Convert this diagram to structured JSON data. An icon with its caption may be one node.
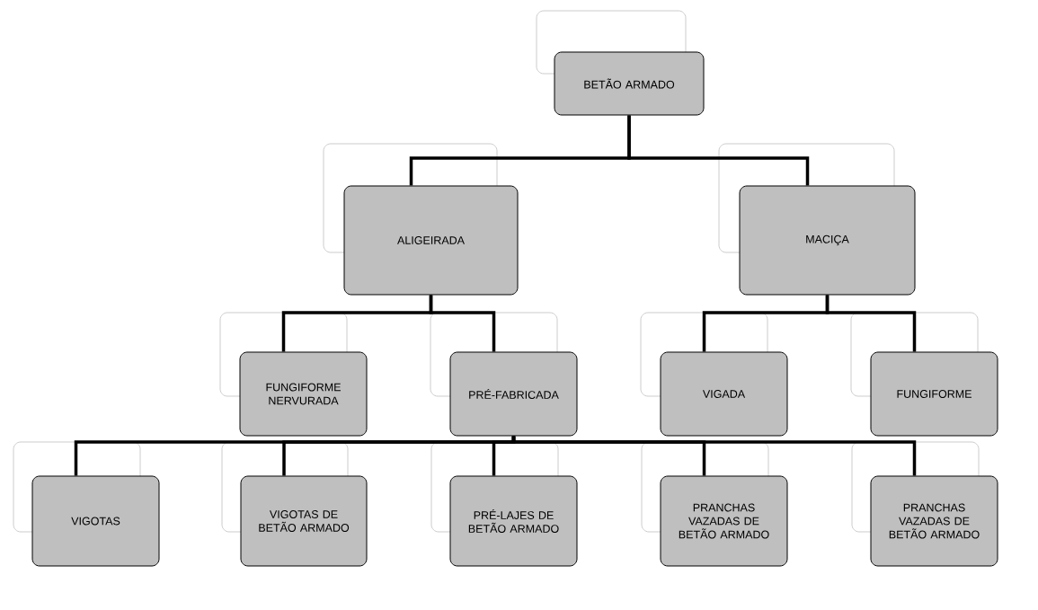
{
  "diagram": {
    "nodes": [
      {
        "text": [
          "BETÃO ARMADO"
        ]
      },
      {
        "text": [
          "ALIGEIRADA"
        ]
      },
      {
        "text": [
          "MACIÇA"
        ]
      },
      {
        "text": [
          "FUNGIFORME NERVURADA"
        ]
      },
      {
        "text": [
          "PRÉ-FABRICADA"
        ]
      },
      {
        "text": [
          "VIGADA"
        ]
      },
      {
        "text": [
          "FUNGIFORME"
        ]
      },
      {
        "text": [
          "VIGOTAS"
        ]
      },
      {
        "text": [
          "VIGOTAS DE BETÃO ARMADO"
        ]
      },
      {
        "text": [
          "PRÉ-LAJES DE BETÃO ARMADO"
        ]
      },
      {
        "text": [
          "PRANCHAS VAZADAS DE BETÃO ARMADO"
        ]
      },
      {
        "text": [
          "PRANCHAS VAZADAS DE BETÃO ARMADO"
        ]
      }
    ],
    "edges": [
      {
        "from": 0,
        "to": 1,
        "arrow": "none"
      },
      {
        "from": 0,
        "to": 2,
        "arrow": "none"
      },
      {
        "from": 1,
        "to": 3,
        "arrow": "none"
      },
      {
        "from": 1,
        "to": 4,
        "arrow": "none"
      },
      {
        "from": 2,
        "to": 5,
        "arrow": "none"
      },
      {
        "from": 2,
        "to": 6,
        "arrow": "none"
      },
      {
        "from": 4,
        "to": 7,
        "arrow": "none"
      },
      {
        "from": 4,
        "to": 8,
        "arrow": "none"
      },
      {
        "from": 4,
        "to": 9,
        "arrow": "none"
      },
      {
        "from": 4,
        "to": 10,
        "arrow": "none"
      },
      {
        "from": 4,
        "to": 11,
        "arrow": "none"
      }
    ]
  }
}
